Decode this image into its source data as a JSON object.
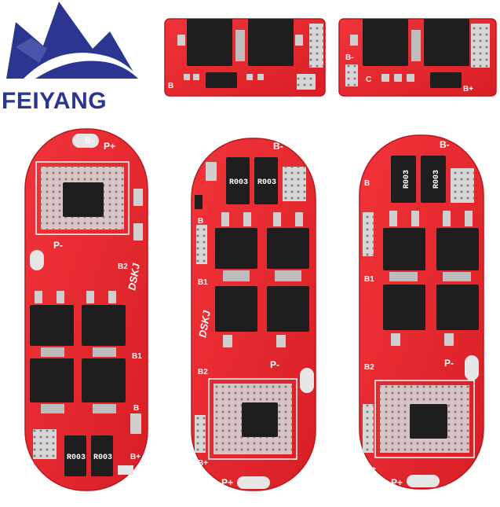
{
  "brand": {
    "name": "FEIYANG",
    "colors": {
      "logo_blue": "#2c3691",
      "logo_dark": "#1f2266",
      "pcb_red": "#e8232a",
      "pcb_edge": "#c21a20",
      "chip_black": "#1e1e1e",
      "pad_silver": "#cfcfcf"
    }
  },
  "boards": {
    "small_top_left": {
      "pad_label": "B"
    },
    "small_top_right": {
      "pad_labels": [
        "B+",
        "C",
        "B-"
      ]
    },
    "board_3s": {
      "pad_labels": [
        "B-",
        "P+",
        "P-",
        "B2",
        "B1",
        "B",
        "B+"
      ],
      "resistors": [
        "R003",
        "R003"
      ],
      "silk_mark": "DSKJ"
    },
    "board_4s": {
      "pad_labels": [
        "B-",
        "B",
        "B1",
        "B2",
        "P-",
        "B+",
        "P+"
      ],
      "resistors": [
        "R003",
        "R003"
      ],
      "silk_mark": "DSKJ"
    },
    "board_5s": {
      "pad_labels": [
        "B-",
        "B",
        "B1",
        "B2",
        "B+",
        "P-",
        "P+"
      ],
      "resistors": [
        "R003",
        "R003"
      ]
    }
  }
}
